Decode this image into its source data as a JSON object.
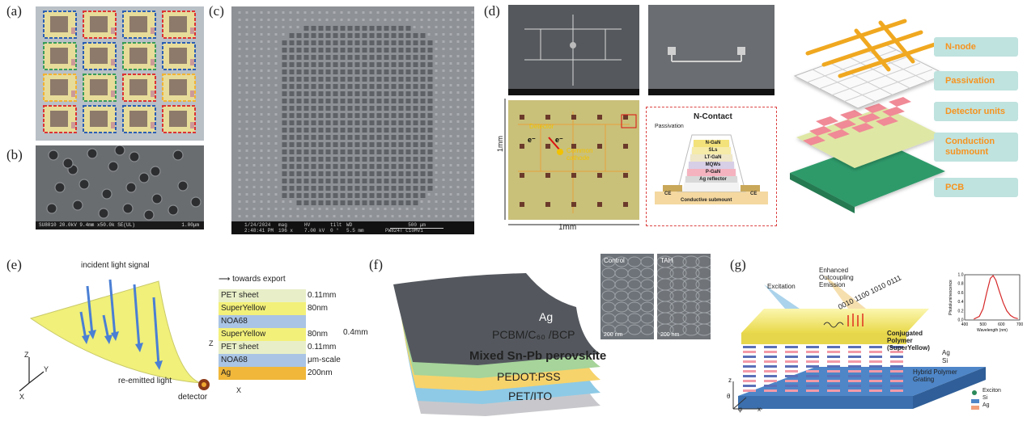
{
  "panels": {
    "a": {
      "label": "(a)"
    },
    "b": {
      "label": "(b)",
      "footer": "SU8010 20.0kV 9.4mm x50.0k SE(UL)",
      "scale": "1.00μm"
    },
    "c": {
      "label": "(c)",
      "footer_date": "1/24/2024",
      "footer_time": "2:48:41 PM",
      "mag_label": "mag",
      "mag_value": "196 x",
      "hv_label": "HV",
      "hv_value": "7.00 kV",
      "tilt_label": "tilt",
      "tilt_value": "0 °",
      "wd_label": "WD",
      "wd_value": "5.5 mm",
      "scale": "500 μm",
      "device": "PW824T C10MV1"
    },
    "d": {
      "label": "(d)",
      "detector": "Detector",
      "electron": "e⁻",
      "common_cathode": "Common cathode",
      "axis_v": "1mm",
      "axis_h": "1mm",
      "inset_title": "N-Contact",
      "passivation": "Passivation",
      "stack": [
        "N-GaN",
        "SLs",
        "LT-GaN",
        "MQWs",
        "P-GaN",
        "Ag reflector"
      ],
      "ce_left": "CE",
      "ce_right": "CE",
      "substrate": "Conductive submount",
      "layers": [
        "N-node",
        "Passivation",
        "Detector units",
        "Conduction submount",
        "PCB"
      ]
    },
    "e": {
      "label": "(e)",
      "incident": "incident light signal",
      "reemitted": "re-emitted light",
      "detector": "detector",
      "towards": "towards export",
      "stack": [
        {
          "name": "PET sheet",
          "thick": "0.11mm",
          "color": "#e8efc8"
        },
        {
          "name": "SuperYellow",
          "thick": "80nm",
          "color": "#f3f07a"
        },
        {
          "name": "NOA68",
          "thick": "",
          "color": "#a9c4e4"
        },
        {
          "name": "SuperYellow",
          "thick": "80nm",
          "color": "#f3f07a"
        },
        {
          "name": "PET sheet",
          "thick": "0.11mm",
          "color": "#e8efc8"
        },
        {
          "name": "NOA68",
          "thick": "μm-scale",
          "color": "#a9c4e4"
        },
        {
          "name": "Ag",
          "thick": "200nm",
          "color": "#f0b73a"
        }
      ],
      "total": "0.4mm",
      "axis_z": "Z",
      "axis_x": "X",
      "axis_y": "Y"
    },
    "f": {
      "label": "(f)",
      "layers": [
        "Ag",
        "PCBM/C₆₀ /BCP",
        "Mixed Sn-Pb perovskite",
        "PEDOT:PSS",
        "PET/ITO"
      ],
      "img1_title": "Control",
      "img2_title": "TAH",
      "scale": "200 nm"
    },
    "g": {
      "label": "(g)",
      "excitation": "Excitation",
      "enhanced": "Enhanced Outcoupling Emission",
      "binary": "0010 1100 1010 0111",
      "polymer": "Conjugated Polymer (SuperYellow)",
      "ag": "Ag",
      "si": "Si",
      "grating": "Hybrid Polymer Grating",
      "legend": [
        "Exciton",
        "Si",
        "Ag"
      ],
      "axis_z": "z",
      "axis_x": "x",
      "axis_theta": "θ",
      "axis_phi": "φ",
      "chart_data": {
        "type": "line",
        "xlabel": "Wavelength (nm)",
        "ylabel": "Photoluminescence",
        "xlim": [
          400,
          700
        ],
        "ylim": [
          0,
          1.0
        ],
        "xticks": [
          "400",
          "500",
          "600",
          "700"
        ],
        "yticks": [
          "0.0",
          "0.2",
          "0.4",
          "0.6",
          "0.8",
          "1.0"
        ],
        "series": [
          {
            "x": [
              450,
              480,
              500,
              520,
              540,
              555,
              570,
              590,
              610,
              630,
              650,
              670,
              690
            ],
            "y": [
              0.02,
              0.08,
              0.25,
              0.6,
              0.92,
              0.98,
              0.88,
              0.62,
              0.38,
              0.2,
              0.1,
              0.05,
              0.03
            ],
            "color": "#d62728"
          }
        ]
      }
    }
  }
}
